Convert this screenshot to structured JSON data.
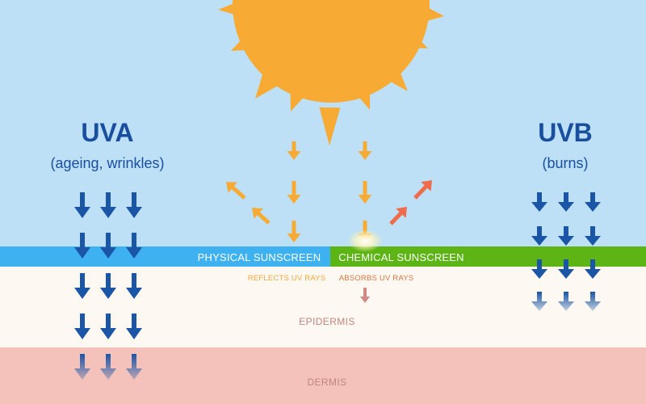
{
  "labels": {
    "uva_title": "UVA",
    "uva_subtitle": "(ageing, wrinkles)",
    "uvb_title": "UVB",
    "uvb_subtitle": "(burns)",
    "physical_sunscreen": "PHYSICAL SUNSCREEN",
    "chemical_sunscreen": "CHEMICAL SUNSCREEN",
    "reflects_note": "REFLECTS UV RAYS",
    "absorbs_note": "ABSORBS UV RAYS",
    "epidermis": "EPIDERMIS",
    "dermis": "DERMIS"
  },
  "colors": {
    "sky": "#bde0f7",
    "sun": "#f7ab35",
    "physical_band": "#3eb1f0",
    "chemical_band": "#5cb514",
    "epidermis": "#fdf8f2",
    "dermis": "#f4c2bb",
    "uv_arrow": "#1a55a6",
    "sun_arrow": "#f7ab35",
    "absorbed_arrow": "#ef6b4b",
    "absorbs_note_text": "#d9763f",
    "reflects_note_text": "#f2a838",
    "epidermis_arrow": "#cf8a83"
  },
  "icons": {
    "sun": "sun-icon",
    "uv_ray_arrow": "down-arrow-icon",
    "reflected_arrow": "diagonal-arrow-icon"
  }
}
